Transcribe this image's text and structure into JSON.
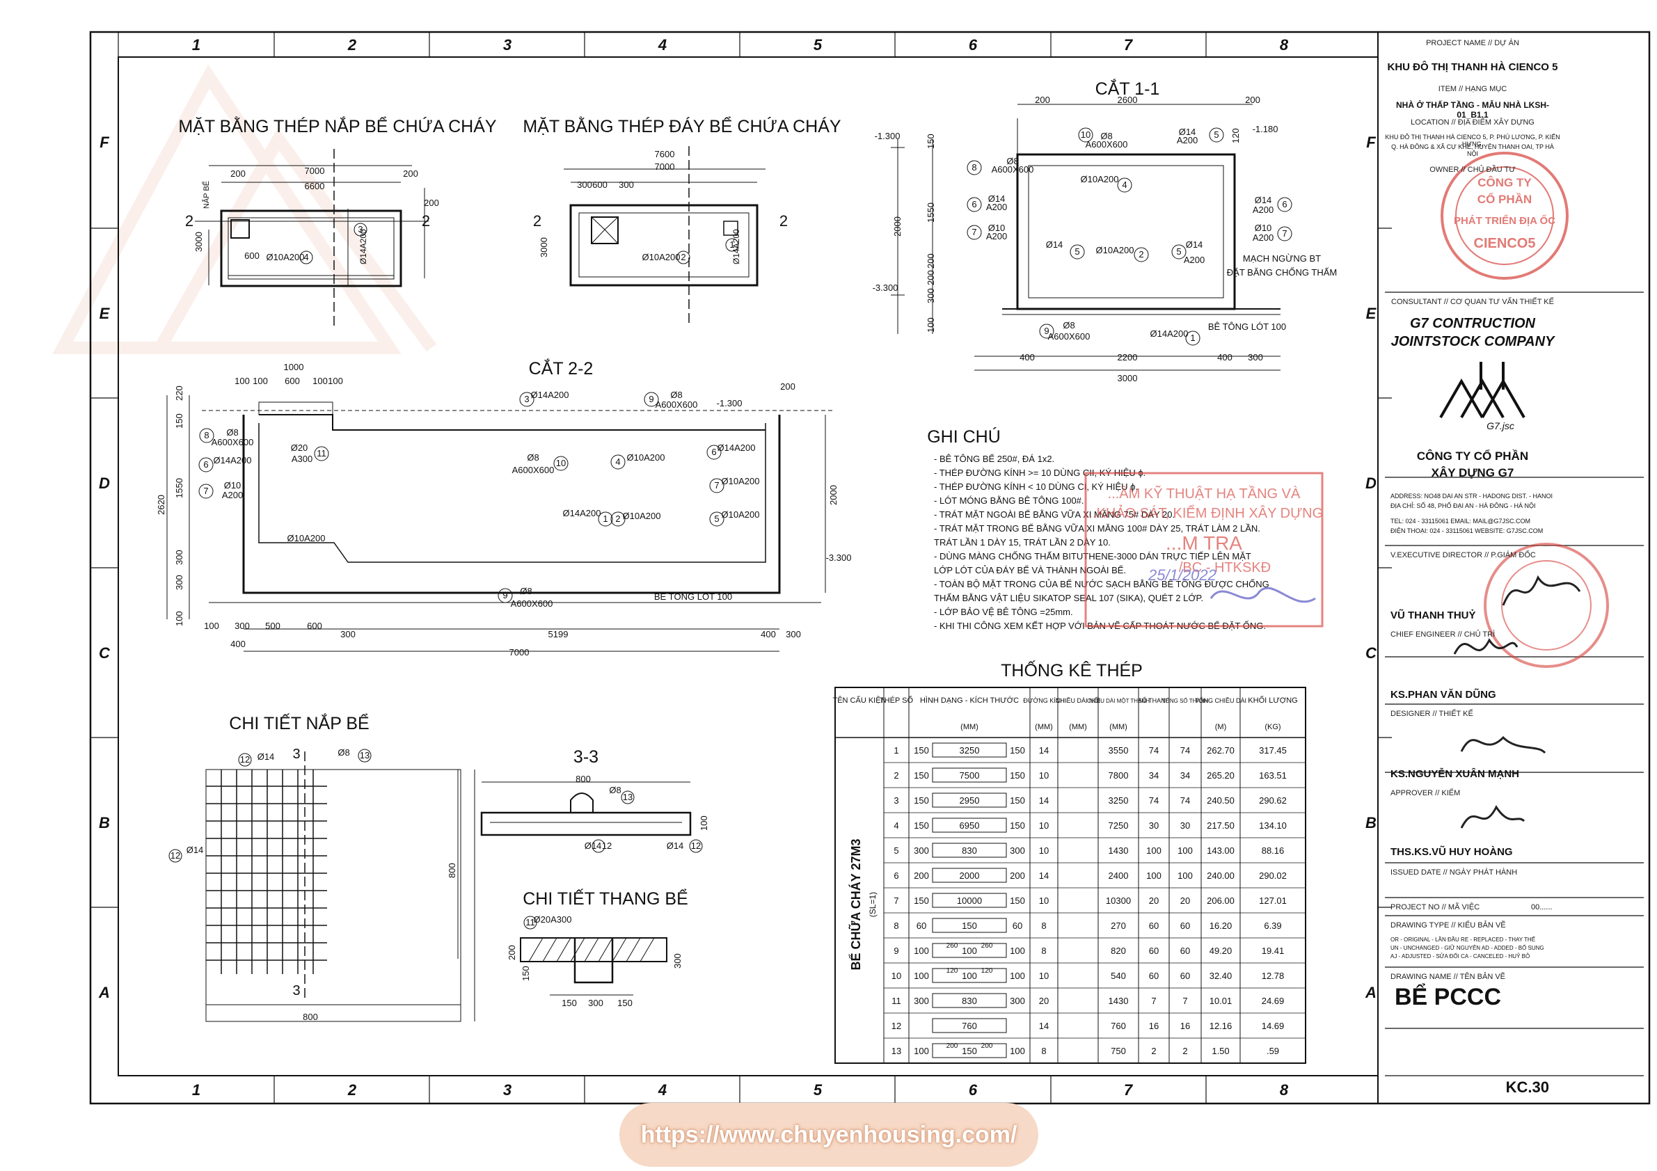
{
  "grid": {
    "cols": [
      "1",
      "2",
      "3",
      "4",
      "5",
      "6",
      "7",
      "8"
    ],
    "rows": [
      "F",
      "E",
      "D",
      "C",
      "B",
      "A"
    ]
  },
  "titles": {
    "plan_top": "MẶT BẰNG THÉP NẮP BỂ CHỨA CHÁY",
    "plan_bottom": "MẶT BẰNG THÉP ĐÁY BỂ CHỨA CHÁY",
    "section_11": "CẮT 1-1",
    "section_22": "CẮT 2-2",
    "detail_lid": "CHI TIẾT NẮP BỂ",
    "section_33": "3-3",
    "detail_ladder": "CHI TIẾT THANG BỂ",
    "notes": "GHI CHÚ",
    "steel_table": "THỐNG KÊ THÉP"
  },
  "plan_top_dims": {
    "d200a": "200",
    "d7000": "7000",
    "d6600": "6600",
    "d200b": "200",
    "d3000": "3000",
    "d600": "600",
    "bar": "Ø10A200",
    "tag": "4",
    "bar3": "Ø14A200",
    "tag3": "3",
    "cut": "2",
    "manhole": "NẮP BỂ",
    "d200c": "200"
  },
  "plan_bottom_dims": {
    "d7600": "7600",
    "d7000": "7000",
    "d300a": "300",
    "d600": "600",
    "d300b": "300",
    "d3000": "3000",
    "bar": "Ø10A200",
    "tag": "2",
    "bar1": "Ø14A200",
    "tag1": "1",
    "cut": "2"
  },
  "sec11": {
    "d200a": "200",
    "d2600": "2600",
    "d200b": "200",
    "lvl1": "-1.300",
    "lvl2": "-1.180",
    "lvl3": "-3.300",
    "v150": "150",
    "v1550": "1550",
    "v2000": "2000",
    "v200a": "200",
    "v200b": "200",
    "v300": "300",
    "v100": "100",
    "v120": "120",
    "l10": "Ø8",
    "l10b": "A600X600",
    "t10": "10",
    "l5": "Ø14",
    "l5b": "A200",
    "t5": "5",
    "l8": "Ø8",
    "l8b": "A600X600",
    "t8": "8",
    "l4": "Ø10A200",
    "t4": "4",
    "l6": "Ø14",
    "l6b": "A200",
    "t6": "6",
    "l7": "Ø10",
    "l7b": "A200",
    "t7": "7",
    "l2": "Ø10A200",
    "t2": "2",
    "mach1": "MẠCH NGỪNG BT",
    "mach2": "ĐẶT BĂNG CHỐNG THẤM",
    "l9": "Ø8",
    "l9b": "A600X600",
    "t9": "9",
    "l1": "Ø14A200",
    "t1": "1",
    "lot": "BÊ TÔNG LÓT 100",
    "b400a": "400",
    "b2200": "2200",
    "b400b": "400",
    "b300": "300",
    "b3000": "3000"
  },
  "sec22": {
    "t1000": "1000",
    "t100a": "100",
    "t100b": "100",
    "t600": "600",
    "t100c": "100",
    "t100d": "100",
    "lvl": "-1.300",
    "lvl2": "-3.300",
    "r200": "200",
    "v220": "220",
    "v150": "150",
    "v1550": "1550",
    "v2620": "2620",
    "v300a": "300",
    "v300b": "300",
    "v100": "100",
    "v2000": "2000",
    "a3": "Ø14A200",
    "a3t": "3",
    "a9": "Ø8",
    "a9b": "A600X600",
    "a9t": "9",
    "a8": "Ø8",
    "a8b": "A600X600",
    "a8t": "8",
    "a6": "Ø14A200",
    "a6t": "6",
    "a7": "Ø10",
    "a7b": "A200",
    "a7t": "7",
    "a11": "Ø20",
    "a11b": "A300",
    "a11t": "11",
    "a10": "Ø8",
    "a10b": "A600X600",
    "a10t": "10",
    "a4": "Ø10A200",
    "a4t": "4",
    "r6": "Ø14A200",
    "r6t": "6",
    "r7": "Ø10A200",
    "r7t": "7",
    "r5": "Ø10A200",
    "r5t": "5",
    "m1": "Ø14A200",
    "m1t": "1",
    "m2": "Ø10A200",
    "m2t": "2",
    "mb": "Ø10A200",
    "b9": "Ø8",
    "b9b": "A600X600",
    "b9t": "9",
    "lot": "BÊ TÔNG LÓT 100",
    "d100": "100",
    "d300": "300",
    "d500": "500",
    "d600": "600",
    "d300b": "300",
    "d5199": "5199",
    "d400": "400",
    "d300c": "300",
    "d400b": "400",
    "d7000": "7000"
  },
  "lid": {
    "l12": "Ø14",
    "t12": "12",
    "l13": "Ø8",
    "t13": "13",
    "l12b": "Ø14",
    "t12b": "12",
    "cut": "3",
    "d800w": "800",
    "d800h": "800"
  },
  "s33": {
    "d800": "800",
    "l13": "Ø8",
    "t13": "13",
    "v100": "100",
    "l14a": "Ø14",
    "l12": "12",
    "l14b": "Ø14",
    "l12b": "12"
  },
  "ladder": {
    "l11": "Ø20A300",
    "t11": "11",
    "v200": "200",
    "v150": "150",
    "v300": "300",
    "h150a": "150",
    "h300": "300",
    "h150b": "150"
  },
  "notes": [
    "- BÊ TÔNG BỂ 250#, ĐÁ 1x2.",
    "- THÉP ĐƯỜNG KÍNH >= 10 DÙNG CII, KÝ HIỆU ɸ.",
    "- THÉP ĐƯỜNG KÍNH < 10 DÙNG CI, KÝ HIỆU ɸ.",
    "- LÓT MÓNG BẰNG BÊ TÔNG 100#.",
    "- TRÁT MẶT NGOÀI BỂ BẰNG VỮA XI MĂNG 75# DÀY 20.",
    "- TRÁT MẶT TRONG BỂ BẰNG VỮA XI MĂNG 100# DÀY 25, TRÁT LÀM 2 LẦN.",
    "  TRÁT LẦN 1 DÀY 15, TRÁT LẦN 2 DÀY 10.",
    "- DÙNG MÀNG CHỐNG THẤM BITUTHENE-3000 DÁN TRỰC TIẾP LÊN MẶT",
    "  LỚP LÓT CỦA ĐÁY BỂ VÀ THÀNH NGOÀI BỂ.",
    "- TOÀN BỘ MẶT TRONG CỦA BỂ NƯỚC SẠCH BẰNG BÊ TÔNG ĐƯỢC CHỐNG",
    "  THẤM BẰNG VẬT LIỆU SIKATOP SEAL 107 (SIKA), QUÉT 2 LỚP.",
    "- LỚP BẢO VỆ BÊ TÔNG =25mm.",
    "- KHI THI CÔNG XEM KẾT HỢP VỚI BẢN VẼ CẤP THOÁT NƯỚC BỂ ĐẶT ỐNG."
  ],
  "stamp": {
    "l1": "...ÂM KỸ THUẬT HẠ TẦNG VÀ",
    "l2": "...KHẢO SÁT, KIỂM ĐỊNH XÂY DỰNG",
    "l3": "...M TRA",
    "l4": "/BC - HTKSKĐ",
    "date": "25/1/2022"
  },
  "table": {
    "headers": [
      "TÊN CẤU KIỆN",
      "THÉP SỐ",
      "HÌNH DẠNG - KÍCH THƯỚC",
      "ĐƯỜNG KÍNH",
      "CHIỀU DÀI NỐI",
      "CHIỀU DÀI MỘT THANH",
      "SỐ THANH",
      "TỔNG SỐ THANH",
      "TỔNG CHIỀU DÀI",
      "KHỐI LƯỢNG"
    ],
    "units": [
      "",
      "",
      "(MM)",
      "(MM)",
      "(MM)",
      "(MM)",
      "",
      "",
      "(M)",
      "(KG)"
    ],
    "member": "BỂ CHỮA CHÁY 27M3",
    "member_sub": "(SL=1)",
    "rows": [
      {
        "no": "1",
        "sl": "150",
        "sm": "3250",
        "sr": "150",
        "d": "14",
        "len": "3550",
        "n": "74",
        "tn": "74",
        "tl": "262.70",
        "w": "317.45"
      },
      {
        "no": "2",
        "sl": "150",
        "sm": "7500",
        "sr": "150",
        "d": "10",
        "len": "7800",
        "n": "34",
        "tn": "34",
        "tl": "265.20",
        "w": "163.51"
      },
      {
        "no": "3",
        "sl": "150",
        "sm": "2950",
        "sr": "150",
        "d": "14",
        "len": "3250",
        "n": "74",
        "tn": "74",
        "tl": "240.50",
        "w": "290.62"
      },
      {
        "no": "4",
        "sl": "150",
        "sm": "6950",
        "sr": "150",
        "d": "10",
        "len": "7250",
        "n": "30",
        "tn": "30",
        "tl": "217.50",
        "w": "134.10"
      },
      {
        "no": "5",
        "sl": "300",
        "sm": "830",
        "sr": "300",
        "d": "10",
        "len": "1430",
        "n": "100",
        "tn": "100",
        "tl": "143.00",
        "w": "88.16"
      },
      {
        "no": "6",
        "sl": "200",
        "sm": "2000",
        "sr": "200",
        "d": "14",
        "len": "2400",
        "n": "100",
        "tn": "100",
        "tl": "240.00",
        "w": "290.02"
      },
      {
        "no": "7",
        "sl": "150",
        "sm": "10000",
        "sr": "150",
        "d": "10",
        "len": "10300",
        "n": "20",
        "tn": "20",
        "tl": "206.00",
        "w": "127.01"
      },
      {
        "no": "8",
        "sl": "60",
        "sm": "150",
        "sr": "60",
        "d": "8",
        "len": "270",
        "n": "60",
        "tn": "60",
        "tl": "16.20",
        "w": "6.39"
      },
      {
        "no": "9",
        "sl": "100",
        "sm": "100",
        "sr": "100",
        "d": "8",
        "len": "820",
        "n": "60",
        "tn": "60",
        "tl": "49.20",
        "w": "19.41",
        "x1": "260",
        "x2": "260"
      },
      {
        "no": "10",
        "sl": "100",
        "sm": "100",
        "sr": "100",
        "d": "10",
        "len": "540",
        "n": "60",
        "tn": "60",
        "tl": "32.40",
        "w": "12.78",
        "x1": "120",
        "x2": "120"
      },
      {
        "no": "11",
        "sl": "300",
        "sm": "830",
        "sr": "300",
        "d": "20",
        "len": "1430",
        "n": "7",
        "tn": "7",
        "tl": "10.01",
        "w": "24.69"
      },
      {
        "no": "12",
        "sl": "",
        "sm": "760",
        "sr": "",
        "d": "14",
        "len": "760",
        "n": "16",
        "tn": "16",
        "tl": "12.16",
        "w": "14.69"
      },
      {
        "no": "13",
        "sl": "100",
        "sm": "150",
        "sr": "100",
        "d": "8",
        "len": "750",
        "n": "2",
        "tn": "2",
        "tl": "1.50",
        "w": ".59",
        "x1": "200",
        "x2": "200"
      }
    ]
  },
  "titleblock": {
    "project_label": "PROJECT NAME // DỰ ÁN",
    "project": "KHU ĐÔ THỊ THANH HÀ CIENCO 5",
    "item_label": "ITEM // HẠNG MỤC",
    "item": "NHÀ Ở THẤP TẦNG - MẪU NHÀ LKSH-01_B1.1",
    "location_label": "LOCATION // ĐỊA ĐIỂM XÂY DỰNG",
    "location1": "KHU ĐÔ THỊ THANH HÀ CIENCO 5, P. PHÚ LƯƠNG, P. KIẾN HƯNG,",
    "location2": "Q. HÀ ĐÔNG & XÃ CỰ KHÊ, HUYỆN THANH OAI, TP HÀ NỘI",
    "owner_label": "OWNER // CHỦ ĐẦU TƯ",
    "owner_stamp1": "CÔNG TY",
    "owner_stamp2": "CỔ PHẦN",
    "owner_stamp3": "PHÁT TRIỂN ĐỊA ỐC",
    "owner_stamp4": "CIENCO5",
    "consultant_label": "CONSULTANT // CƠ QUAN TƯ VẤN THIẾT KẾ",
    "consultant1": "G7 CONTRUCTION",
    "consultant2": "JOINTSTOCK COMPANY",
    "logo_text": "G7.jsc",
    "company1": "CÔNG TY CỔ PHẦN",
    "company2": "XÂY DỰNG G7",
    "addr_label": "ADDRESS:",
    "addr": "NO48 DAI AN STR - HADONG DIST. - HANOI",
    "addr_vn_label": "ĐỊA CHỈ:",
    "addr_vn": "SỐ 48, PHỐ ĐẠI AN - HÀ ĐÔNG - HÀ NỘI",
    "tel": "TEL: 024 - 33115061  EMAIL: MAIL@G7JSC.COM",
    "tel_vn": "ĐIỆN THOẠI: 024 - 33115061  WEBSITE: G7JSC.COM",
    "director_label": "V.EXECUTIVE DIRECTOR // P.GIÁM ĐỐC",
    "director": "VŨ THANH THUỶ",
    "chief_label": "CHIEF ENGINEER // CHỦ TRÌ",
    "chief": "KS.PHAN VĂN DŨNG",
    "designer_label": "DESIGNER // THIẾT KẾ",
    "designer": "KS.NGUYỄN XUÂN MẠNH",
    "approver_label": "APPROVER // KIỂM",
    "approver": "THS.KS.VŨ HUY HOÀNG",
    "issued_label": "ISSUED DATE // NGÀY PHÁT HÀNH",
    "projno_label": "PROJECT NO // MÃ VIỆC",
    "projno": "00......",
    "dtype_label": "DRAWING TYPE // KIỂU BẢN VẼ",
    "dtype1": "OR - ORIGINAL - LẦN ĐẦU      RE - REPLACED - THAY THẾ",
    "dtype2": "UN - UNCHANGED - GIỮ NGUYÊN  AD - ADDED - BỔ SUNG",
    "dtype3": "AJ - ADJUSTED - SỬA ĐỔI      CA - CANCELED - HUỶ BỎ",
    "dname_label": "DRAWING NAME // TÊN BẢN VẼ",
    "dname": "BỂ PCCC",
    "sheet_no": "KC.30"
  },
  "watermark_url": "https://www.chuyenhousing.com/"
}
